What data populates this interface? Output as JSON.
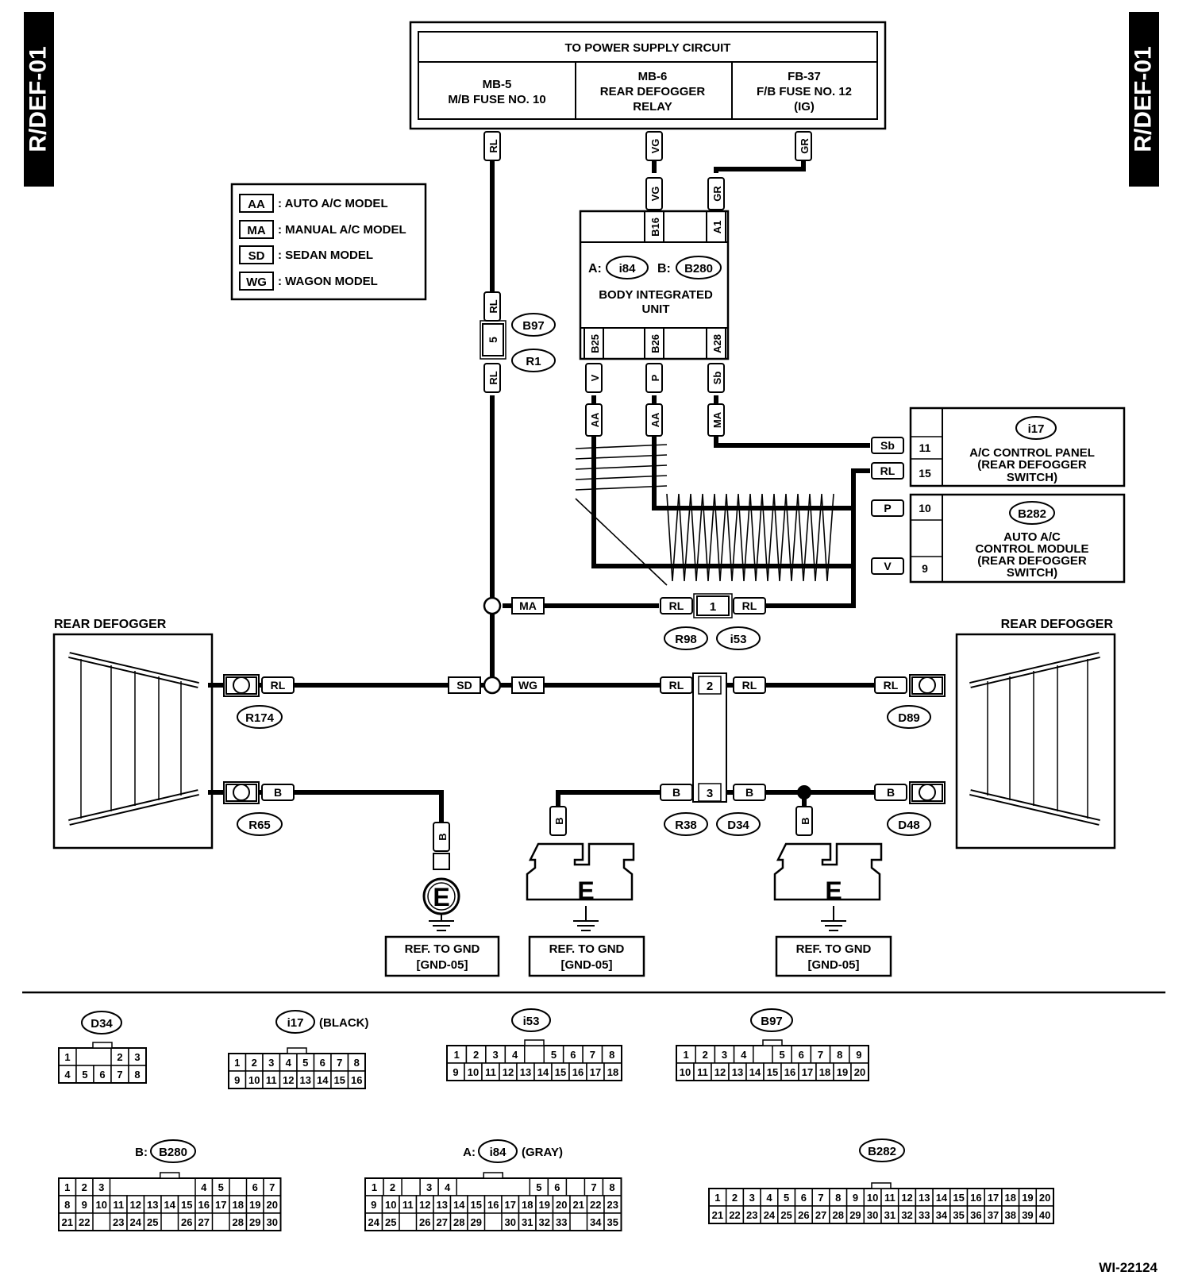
{
  "page": {
    "side_tab_left": "R/DEF-01",
    "side_tab_right": "R/DEF-01",
    "figure_id": "WI-22124"
  },
  "power_supply": {
    "title": "TO POWER SUPPLY CIRCUIT",
    "cells": [
      {
        "line1": "MB-5",
        "line2": "M/B FUSE NO. 10",
        "line3": ""
      },
      {
        "line1": "MB-6",
        "line2": "REAR DEFOGGER",
        "line3": "RELAY"
      },
      {
        "line1": "FB-37",
        "line2": "F/B FUSE NO. 12",
        "line3": "(IG)"
      }
    ]
  },
  "legend": [
    {
      "code": "AA",
      "desc": ": AUTO A/C MODEL"
    },
    {
      "code": "MA",
      "desc": ": MANUAL A/C MODEL"
    },
    {
      "code": "SD",
      "desc": ": SEDAN MODEL"
    },
    {
      "code": "WG",
      "desc": ": WAGON MODEL"
    }
  ],
  "biu": {
    "prefix_a": "A:",
    "conn_a": "i84",
    "prefix_b": "B:",
    "conn_b": "B280",
    "line1": "BODY INTEGRATED",
    "line2": "UNIT",
    "pins_top": [
      "B16",
      "A1"
    ],
    "pins_bottom": [
      "B25",
      "B26",
      "A28"
    ]
  },
  "wires": {
    "rl": "RL",
    "vg": "VG",
    "gr": "GR",
    "v": "V",
    "p": "P",
    "sb": "Sb",
    "b": "B",
    "aa": "AA",
    "ma": "MA",
    "sd": "SD",
    "wg": "WG"
  },
  "connectors": {
    "b97": "B97",
    "r1": "R1",
    "b97_pin": "5",
    "r98": "R98",
    "i53": "i53",
    "r98_pin": "1",
    "r174": "R174",
    "r65": "R65",
    "d89": "D89",
    "d48": "D48",
    "r38": "R38",
    "d34": "D34",
    "rl_pin": "2",
    "b_pin": "3"
  },
  "ac_panel": {
    "conn": "i17",
    "line1": "A/C CONTROL PANEL",
    "line2": "(REAR DEFOGGER",
    "line3": "SWITCH)",
    "pins": [
      "11",
      "15"
    ]
  },
  "auto_ac": {
    "conn": "B282",
    "line1": "AUTO A/C",
    "line2": "CONTROL MODULE",
    "line3": "(REAR DEFOGGER",
    "line4": "SWITCH)",
    "pins": [
      "10",
      "9"
    ]
  },
  "rear_defogger_label": "REAR DEFOGGER",
  "ground": {
    "symbol": "E",
    "ref_line1": "REF. TO GND",
    "ref_line2": "[GND-05]"
  },
  "connector_views": [
    {
      "id": "D34",
      "prefix": "",
      "suffix": "",
      "rows": [
        [
          "1",
          "",
          "",
          "2",
          "3"
        ],
        [
          "4",
          "5",
          "6",
          "7",
          "8"
        ]
      ]
    },
    {
      "id": "i17",
      "prefix": "",
      "suffix": "(BLACK)",
      "rows": [
        [
          "1",
          "2",
          "3",
          "4",
          "5",
          "6",
          "7",
          "8"
        ],
        [
          "9",
          "10",
          "11",
          "12",
          "13",
          "14",
          "15",
          "16"
        ]
      ]
    },
    {
      "id": "i53",
      "prefix": "",
      "suffix": "",
      "rows": [
        [
          "1",
          "2",
          "3",
          "4",
          "",
          "5",
          "6",
          "7",
          "8"
        ],
        [
          "9",
          "10",
          "11",
          "12",
          "13",
          "14",
          "15",
          "16",
          "17",
          "18"
        ]
      ]
    },
    {
      "id": "B97",
      "prefix": "",
      "suffix": "",
      "rows": [
        [
          "1",
          "2",
          "3",
          "4",
          "",
          "5",
          "6",
          "7",
          "8",
          "9"
        ],
        [
          "10",
          "11",
          "12",
          "13",
          "14",
          "15",
          "16",
          "17",
          "18",
          "19",
          "20"
        ]
      ]
    },
    {
      "id": "B280",
      "prefix": "B:",
      "suffix": "",
      "rows": [
        [
          "1",
          "2",
          "3",
          "",
          "",
          "",
          "",
          "",
          "4",
          "5",
          "",
          "6",
          "7"
        ],
        [
          "8",
          "9",
          "10",
          "11",
          "12",
          "13",
          "14",
          "15",
          "16",
          "17",
          "18",
          "19",
          "20"
        ],
        [
          "21",
          "22",
          "",
          "23",
          "24",
          "25",
          "",
          "26",
          "27",
          "",
          "28",
          "29",
          "30"
        ]
      ]
    },
    {
      "id": "i84",
      "prefix": "A:",
      "suffix": "(GRAY)",
      "rows": [
        [
          "1",
          "2",
          "",
          "3",
          "4",
          "",
          "",
          "",
          "",
          "5",
          "6",
          "",
          "7",
          "8"
        ],
        [
          "9",
          "10",
          "11",
          "12",
          "13",
          "14",
          "15",
          "16",
          "17",
          "18",
          "19",
          "20",
          "21",
          "22",
          "23"
        ],
        [
          "24",
          "25",
          "",
          "26",
          "27",
          "28",
          "29",
          "",
          "30",
          "31",
          "32",
          "33",
          "",
          "34",
          "35"
        ]
      ]
    },
    {
      "id": "B282",
      "prefix": "",
      "suffix": "",
      "rows": [
        [
          "1",
          "2",
          "3",
          "4",
          "5",
          "6",
          "7",
          "8",
          "9",
          "10",
          "11",
          "12",
          "13",
          "14",
          "15",
          "16",
          "17",
          "18",
          "19",
          "20"
        ],
        [
          "21",
          "22",
          "23",
          "24",
          "25",
          "26",
          "27",
          "28",
          "29",
          "30",
          "31",
          "32",
          "33",
          "34",
          "35",
          "36",
          "37",
          "38",
          "39",
          "40"
        ]
      ]
    }
  ]
}
